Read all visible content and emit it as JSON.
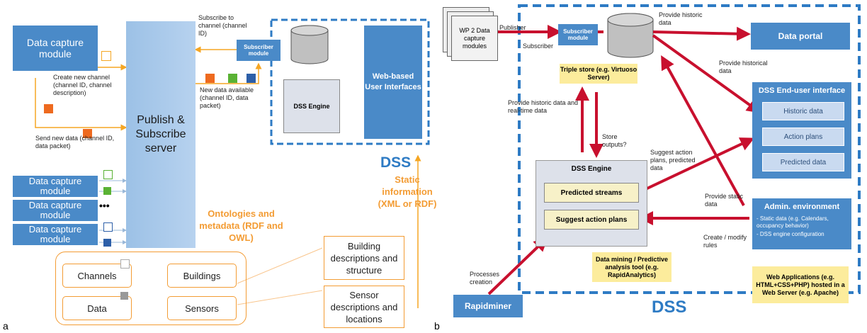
{
  "panel_a": {
    "panel_label": "a",
    "capture_module_label": "Data capture module",
    "dots": "•••",
    "pubsub_label": "Publish & Subscribe server",
    "subscribe_channel": "Subscribe to channel (channel ID)",
    "create_channel": "Create new channel (channel ID, channel description)",
    "send_data": "Send new data (channel ID, data packet)",
    "new_data_available": "New data available (channel ID, data packet)",
    "subscriber_module": "Subscriber module",
    "dss_engine": "DSS Engine",
    "web_ui": "Web-based User Interfaces",
    "dss_title": "DSS",
    "static_info": "Static information (XML or RDF)",
    "ontologies": "Ontologies and metadata (RDF and OWL)",
    "channels": "Channels",
    "buildings": "Buildings",
    "data": "Data",
    "sensors": "Sensors",
    "building_desc": "Building descriptions and structure",
    "sensor_desc": "Sensor descriptions and locations"
  },
  "panel_b": {
    "panel_label": "b",
    "wp2": "WP 2 Data capture modules",
    "publisher": "Publisher",
    "subscriber": "Subscriber",
    "subscriber_module": "Subscriber module",
    "provide_historic": "Provide historic data",
    "data_portal": "Data portal",
    "triple_store": "Triple store (e.g. Virtuoso Server)",
    "provide_historical": "Provide historical data",
    "end_user_title": "DSS End-user interface",
    "historic_data": "Historic data",
    "action_plans": "Action plans",
    "predicted_data": "Predicted data",
    "provide_hist_rt": "Provide historic data and real-time data",
    "store_outputs": "Store outputs?",
    "suggest_plans": "Suggest action plans, predicted data",
    "dss_engine": "DSS Engine",
    "predicted_streams": "Predicted streams",
    "suggest_action_plans": "Suggest action plans",
    "provide_static": "Provide static data",
    "admin_title": "Admin. environment",
    "admin_item1": "- Static data (e.g. Calendars, occupancy behavior)",
    "admin_item2": "- DSS engine configuration",
    "create_modify": "Create / modify rules",
    "data_mining": "Data mining / Predictive analysis tool (e.g. RapidAnalytics)",
    "web_apps": "Web Applications (e.g. HTML+CSS+PHP) hosted in a Web Server (e.g. Apache)",
    "processes": "Processes creation",
    "rapidminer": "Rapidminer",
    "dss_title": "DSS"
  }
}
